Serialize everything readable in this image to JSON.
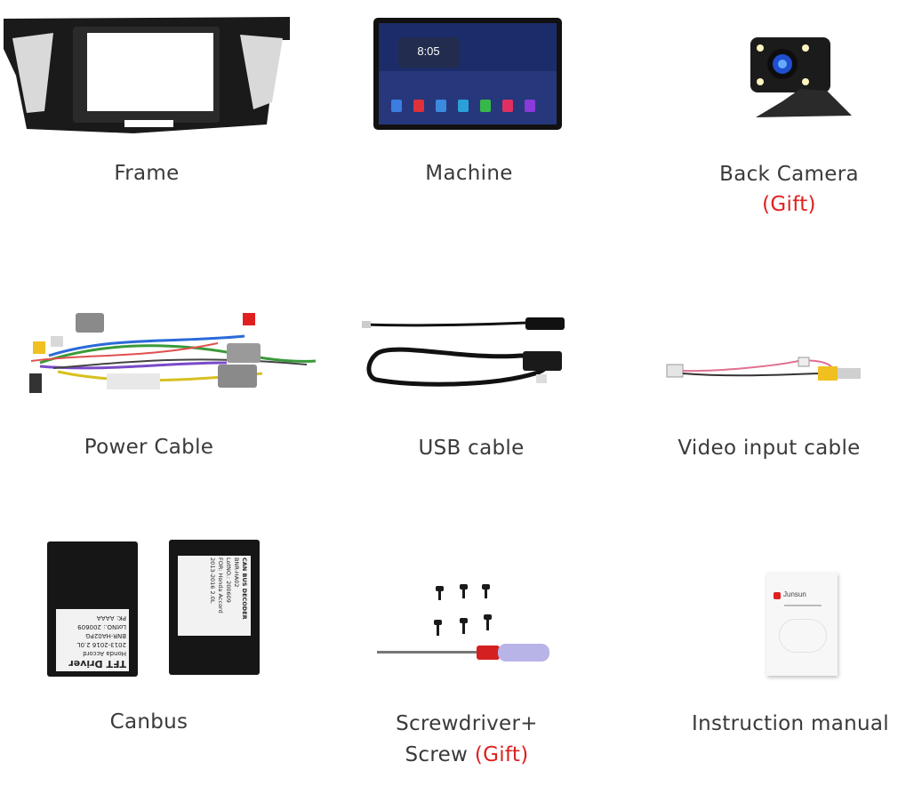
{
  "items": [
    {
      "label": "Frame"
    },
    {
      "label": "Machine"
    },
    {
      "label": "Back Camera",
      "tag": "(Gift)"
    },
    {
      "label": "Power Cable"
    },
    {
      "label": "USB cable"
    },
    {
      "label": "Video input cable"
    },
    {
      "label": "Canbus"
    },
    {
      "label_line1": "Screwdriver+",
      "label_line2": "Screw",
      "tag": "(Gift)"
    },
    {
      "label": "Instruction manual"
    }
  ],
  "machine_screen": {
    "time": "8:05"
  },
  "canbus": {
    "box1_lines": [
      "TFT Driver",
      "Honda Accord",
      "2013-2016 2.0L",
      "BNR-HA02PG",
      "LotNO.: 200609",
      "PK: AAAA"
    ],
    "box2_lines": [
      "CAN BUS DECODER",
      "BNR-HA02",
      "LotNO.: 200609",
      "FOR: Honda Accord",
      "2013-2016 2.0L"
    ]
  },
  "manual": {
    "brand": "Junsun"
  },
  "colors": {
    "accent": "#e02020",
    "text": "#3a3a3a"
  }
}
